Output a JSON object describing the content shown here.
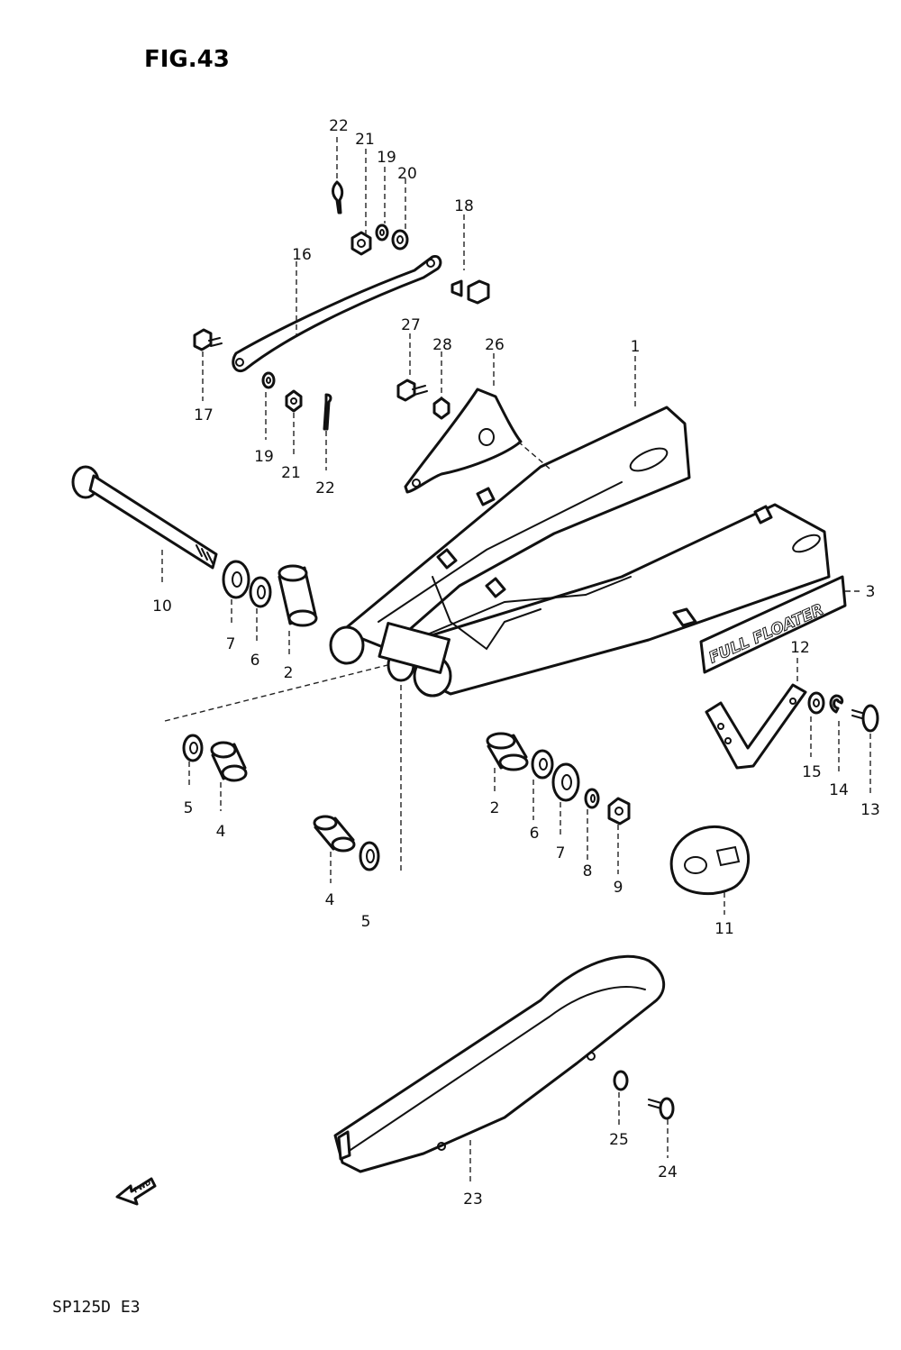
{
  "figure": {
    "title": "FIG.43",
    "footer": "SP125D E3",
    "fwd": "FWD"
  },
  "logo": {
    "text": "FULL FLOATER"
  },
  "callouts": [
    {
      "id": "c1",
      "text": "1"
    },
    {
      "id": "c2a",
      "text": "2"
    },
    {
      "id": "c2b",
      "text": "2"
    },
    {
      "id": "c3",
      "text": "3"
    },
    {
      "id": "c4a",
      "text": "4"
    },
    {
      "id": "c4b",
      "text": "4"
    },
    {
      "id": "c5a",
      "text": "5"
    },
    {
      "id": "c5b",
      "text": "5"
    },
    {
      "id": "c6a",
      "text": "6"
    },
    {
      "id": "c6b",
      "text": "6"
    },
    {
      "id": "c7a",
      "text": "7"
    },
    {
      "id": "c7b",
      "text": "7"
    },
    {
      "id": "c8",
      "text": "8"
    },
    {
      "id": "c9",
      "text": "9"
    },
    {
      "id": "c10",
      "text": "10"
    },
    {
      "id": "c11",
      "text": "11"
    },
    {
      "id": "c12",
      "text": "12"
    },
    {
      "id": "c13",
      "text": "13"
    },
    {
      "id": "c14",
      "text": "14"
    },
    {
      "id": "c15",
      "text": "15"
    },
    {
      "id": "c16",
      "text": "16"
    },
    {
      "id": "c17",
      "text": "17"
    },
    {
      "id": "c18",
      "text": "18"
    },
    {
      "id": "c19a",
      "text": "19"
    },
    {
      "id": "c19b",
      "text": "19"
    },
    {
      "id": "c20",
      "text": "20"
    },
    {
      "id": "c21a",
      "text": "21"
    },
    {
      "id": "c21b",
      "text": "21"
    },
    {
      "id": "c22a",
      "text": "22"
    },
    {
      "id": "c22b",
      "text": "22"
    },
    {
      "id": "c23",
      "text": "23"
    },
    {
      "id": "c24",
      "text": "24"
    },
    {
      "id": "c25",
      "text": "25"
    },
    {
      "id": "c26",
      "text": "26"
    },
    {
      "id": "c27",
      "text": "27"
    },
    {
      "id": "c28",
      "text": "28"
    }
  ]
}
